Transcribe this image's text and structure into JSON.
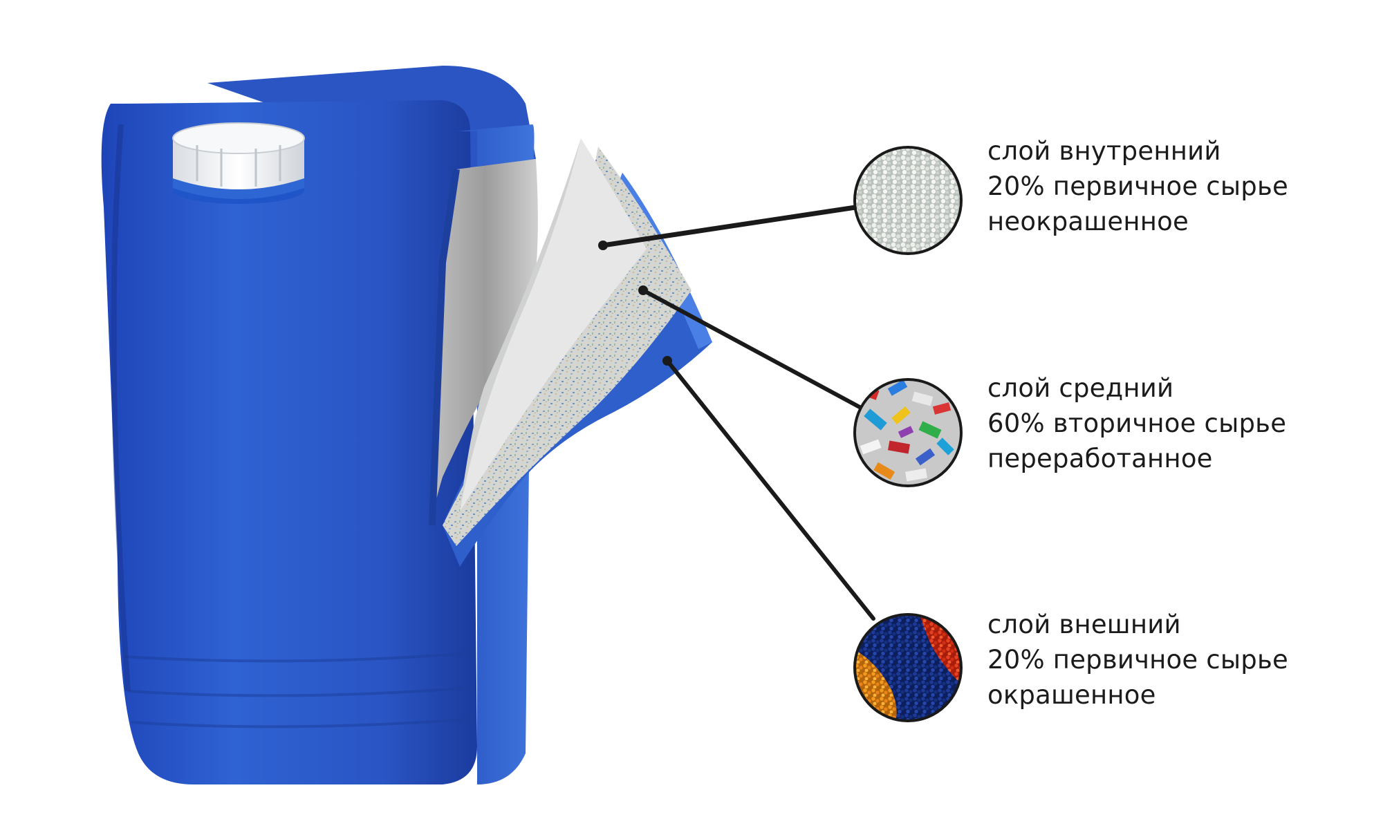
{
  "colors": {
    "canister_blue": "#2f5fc9",
    "canister_dark": "#1f3ea0",
    "cap_white": "#f2f4f6",
    "inner_layer": "#dcdcdc",
    "pointer_line": "#1a1a1a"
  },
  "layers": [
    {
      "id": "inner",
      "line1": "слой внутренний",
      "line2": "20% первичное сырье",
      "line3": "неокрашенное",
      "swatch": "white-granules"
    },
    {
      "id": "middle",
      "line1": "слой средний",
      "line2": "60% вторичное сырье",
      "line3": "переработанное",
      "swatch": "recycled-flakes"
    },
    {
      "id": "outer",
      "line1": "слой внешний",
      "line2": "20% первичное сырье",
      "line3": "окрашенное",
      "swatch": "colored-granules"
    }
  ]
}
